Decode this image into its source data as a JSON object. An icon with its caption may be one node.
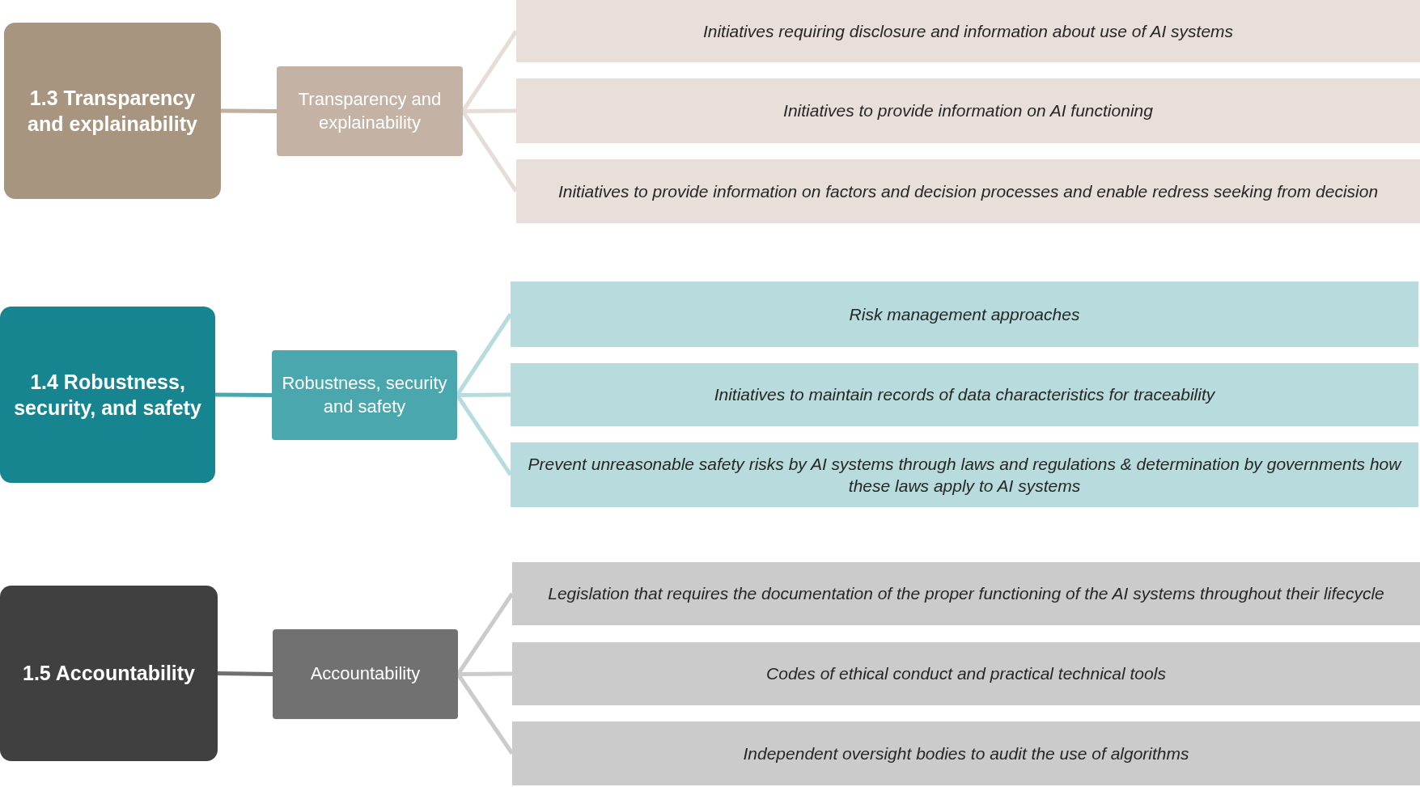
{
  "diagram": {
    "nodes": [
      {
        "text": [
          "1.3 Transparency and explainability"
        ]
      },
      {
        "text": [
          "Transparency and explainability"
        ]
      },
      {
        "text": [
          "Initiatives requiring disclosure and information about use of AI systems"
        ]
      },
      {
        "text": [
          "Initiatives to provide information on AI functioning"
        ]
      },
      {
        "text": [
          "Initiatives to provide information on factors and decision processes and enable redress seeking from decision"
        ]
      },
      {
        "text": [
          "1.4 Robustness, security, and safety"
        ]
      },
      {
        "text": [
          "Robustness, security and safety"
        ]
      },
      {
        "text": [
          "Risk management approaches"
        ]
      },
      {
        "text": [
          "Initiatives to maintain records of data characteristics for traceability"
        ]
      },
      {
        "text": [
          "Prevent unreasonable safety risks by AI systems through laws and regulations & determination by governments how these laws apply to AI systems"
        ]
      },
      {
        "text": [
          "1.5 Accountability"
        ]
      },
      {
        "text": [
          "Accountability"
        ]
      },
      {
        "text": [
          "Legislation that requires the documentation of the proper functioning of the AI systems throughout their lifecycle"
        ]
      },
      {
        "text": [
          "Codes of ethical conduct and practical technical tools"
        ]
      },
      {
        "text": [
          "Independent oversight bodies to audit the use of algorithms"
        ]
      }
    ],
    "edges": [
      {
        "from": 0,
        "to": 1,
        "arrow": "none",
        "color": "#c2b09f"
      },
      {
        "from": 1,
        "to": 2,
        "arrow": "none",
        "color": "#e6ddd6"
      },
      {
        "from": 1,
        "to": 3,
        "arrow": "none",
        "color": "#e6ddd6"
      },
      {
        "from": 1,
        "to": 4,
        "arrow": "none",
        "color": "#e6ddd6"
      },
      {
        "from": 5,
        "to": 6,
        "arrow": "none",
        "color": "#4ba7ae"
      },
      {
        "from": 6,
        "to": 7,
        "arrow": "none",
        "color": "#b8dcde"
      },
      {
        "from": 6,
        "to": 8,
        "arrow": "none",
        "color": "#b8dcde"
      },
      {
        "from": 6,
        "to": 9,
        "arrow": "none",
        "color": "#b8dcde"
      },
      {
        "from": 10,
        "to": 11,
        "arrow": "none",
        "color": "#707070"
      },
      {
        "from": 11,
        "to": 12,
        "arrow": "none",
        "color": "#cbcbcb"
      },
      {
        "from": 11,
        "to": 13,
        "arrow": "none",
        "color": "#cbcbcb"
      },
      {
        "from": 11,
        "to": 14,
        "arrow": "none",
        "color": "#cbcbcb"
      }
    ]
  }
}
